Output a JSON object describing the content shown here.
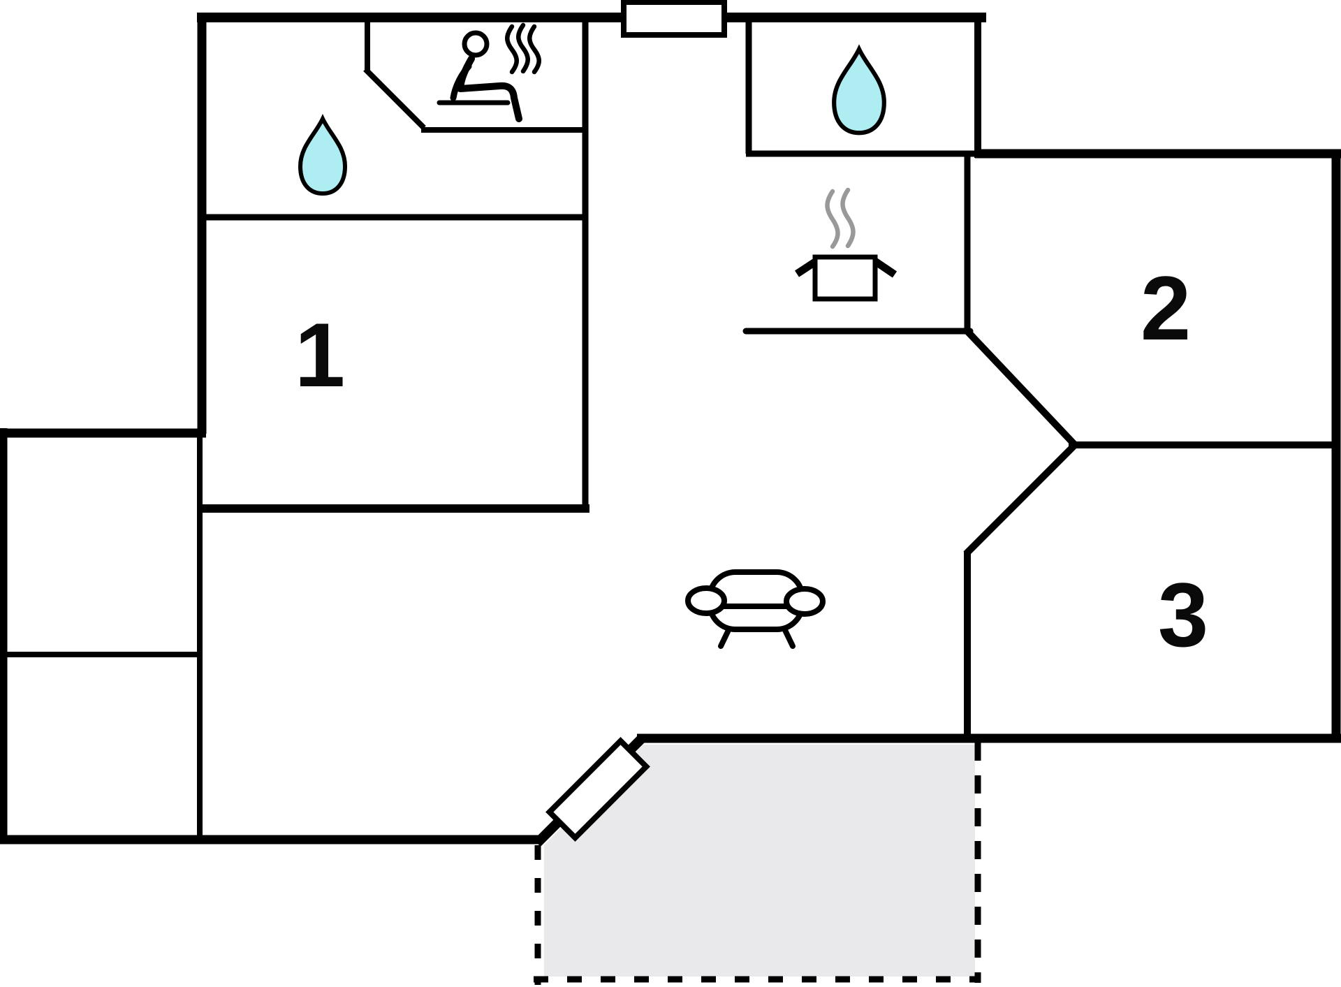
{
  "plan": {
    "type": "floor-plan",
    "rooms": [
      {
        "id": "room-1",
        "label": "1"
      },
      {
        "id": "room-2",
        "label": "2"
      },
      {
        "id": "room-3",
        "label": "3"
      }
    ],
    "features": {
      "sauna": "sauna-person-with-steam-icon",
      "entry_wet_room": "water-drop-icon",
      "bathroom": "water-drop-icon",
      "kitchen": "cooking-pot-with-steam-icon",
      "living_room": "sofa-icon",
      "entrance": "angled-door-leaf",
      "window": "top-window-opening",
      "terrace": "dashed-outline-gray-area"
    },
    "colors": {
      "wall": "#000000",
      "water": "#aeeef2",
      "terrace_fill": "#e9e9ec",
      "steam_gray": "#999999",
      "background": "#ffffff"
    }
  }
}
